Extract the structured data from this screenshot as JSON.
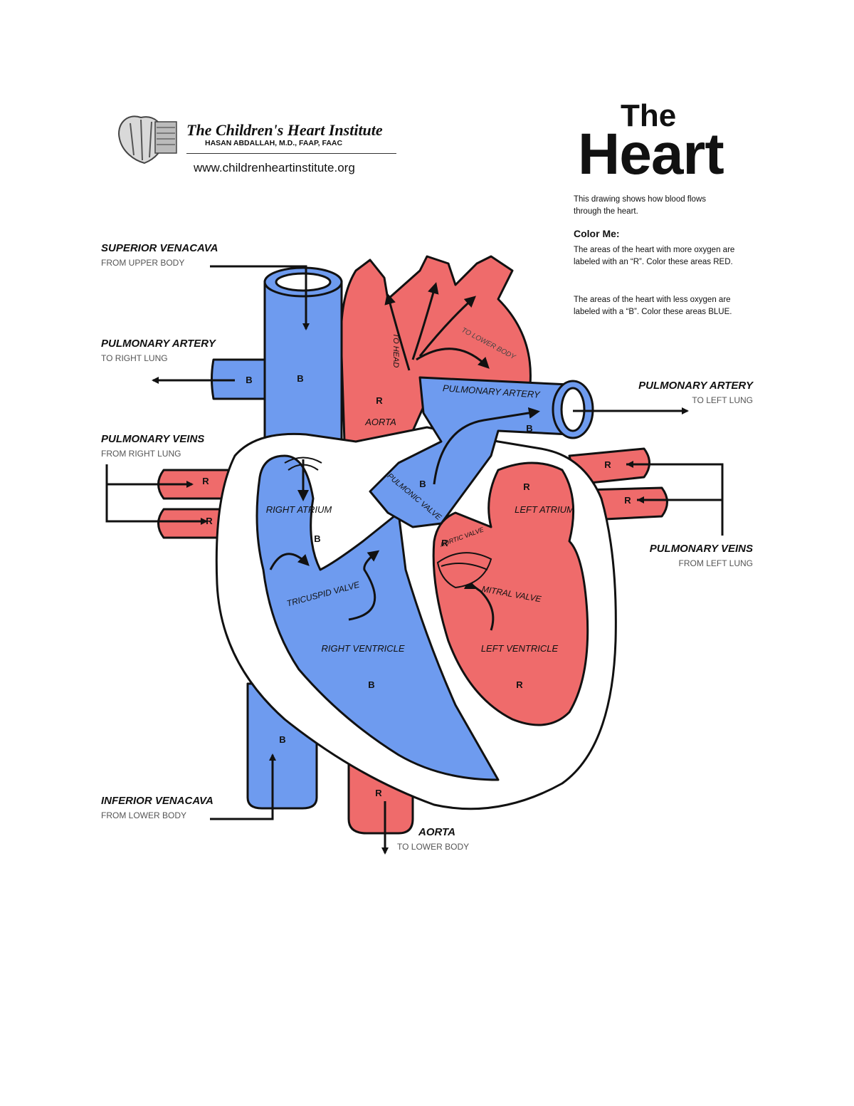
{
  "header": {
    "institute_name": "The Children's Heart Institute",
    "doctor": "HASAN ABDALLAH, M.D., FAAP, FAAC",
    "website": "www.childrenheartinstitute.org"
  },
  "title": {
    "line1": "The",
    "line2": "Heart"
  },
  "intro": "This drawing shows how blood flows through the heart.",
  "color_me": {
    "heading": "Color Me:",
    "red_instructions": "The areas of the heart with more oxygen are labeled with an “R”. Color these areas RED.",
    "blue_instructions": "The areas of the heart with less oxygen are labeled with a “B”. Color these areas BLUE."
  },
  "labels": {
    "superior_venacava": {
      "title": "SUPERIOR VENACAVA",
      "sub": "FROM UPPER BODY"
    },
    "pulmonary_artery_right": {
      "title": "PULMONARY ARTERY",
      "sub": "TO RIGHT LUNG"
    },
    "pulmonary_veins_right": {
      "title": "PULMONARY VEINS",
      "sub": "FROM RIGHT LUNG"
    },
    "inferior_venacava": {
      "title": "INFERIOR VENACAVA",
      "sub": "FROM LOWER BODY"
    },
    "aorta_bottom": {
      "title": "AORTA",
      "sub": "TO LOWER BODY"
    },
    "pulmonary_artery_left": {
      "title": "PULMONARY ARTERY",
      "sub": "TO LEFT LUNG"
    },
    "pulmonary_veins_left": {
      "title": "PULMONARY VEINS",
      "sub": "FROM LEFT LUNG"
    }
  },
  "inner_labels": {
    "aorta": "AORTA",
    "to_head": "TO HEAD",
    "to_lower_body": "TO LOWER BODY",
    "pulmonary_artery": "PULMONARY ARTERY",
    "pulmonic_valve": "PULMONIC VALVE",
    "right_atrium": "RIGHT ATRIUM",
    "tricuspid_valve": "TRICUSPID VALVE",
    "right_ventricle": "RIGHT VENTRICLE",
    "left_atrium": "LEFT ATRIUM",
    "aortic_valve": "AORTIC VALVE",
    "mitral_valve": "MITRAL VALVE",
    "left_ventricle": "LEFT VENTRICLE"
  },
  "markers": {
    "red": "R",
    "blue": "B"
  },
  "colors": {
    "red": "#ef6b6b",
    "blue": "#6e9bef",
    "outline": "#111111"
  }
}
